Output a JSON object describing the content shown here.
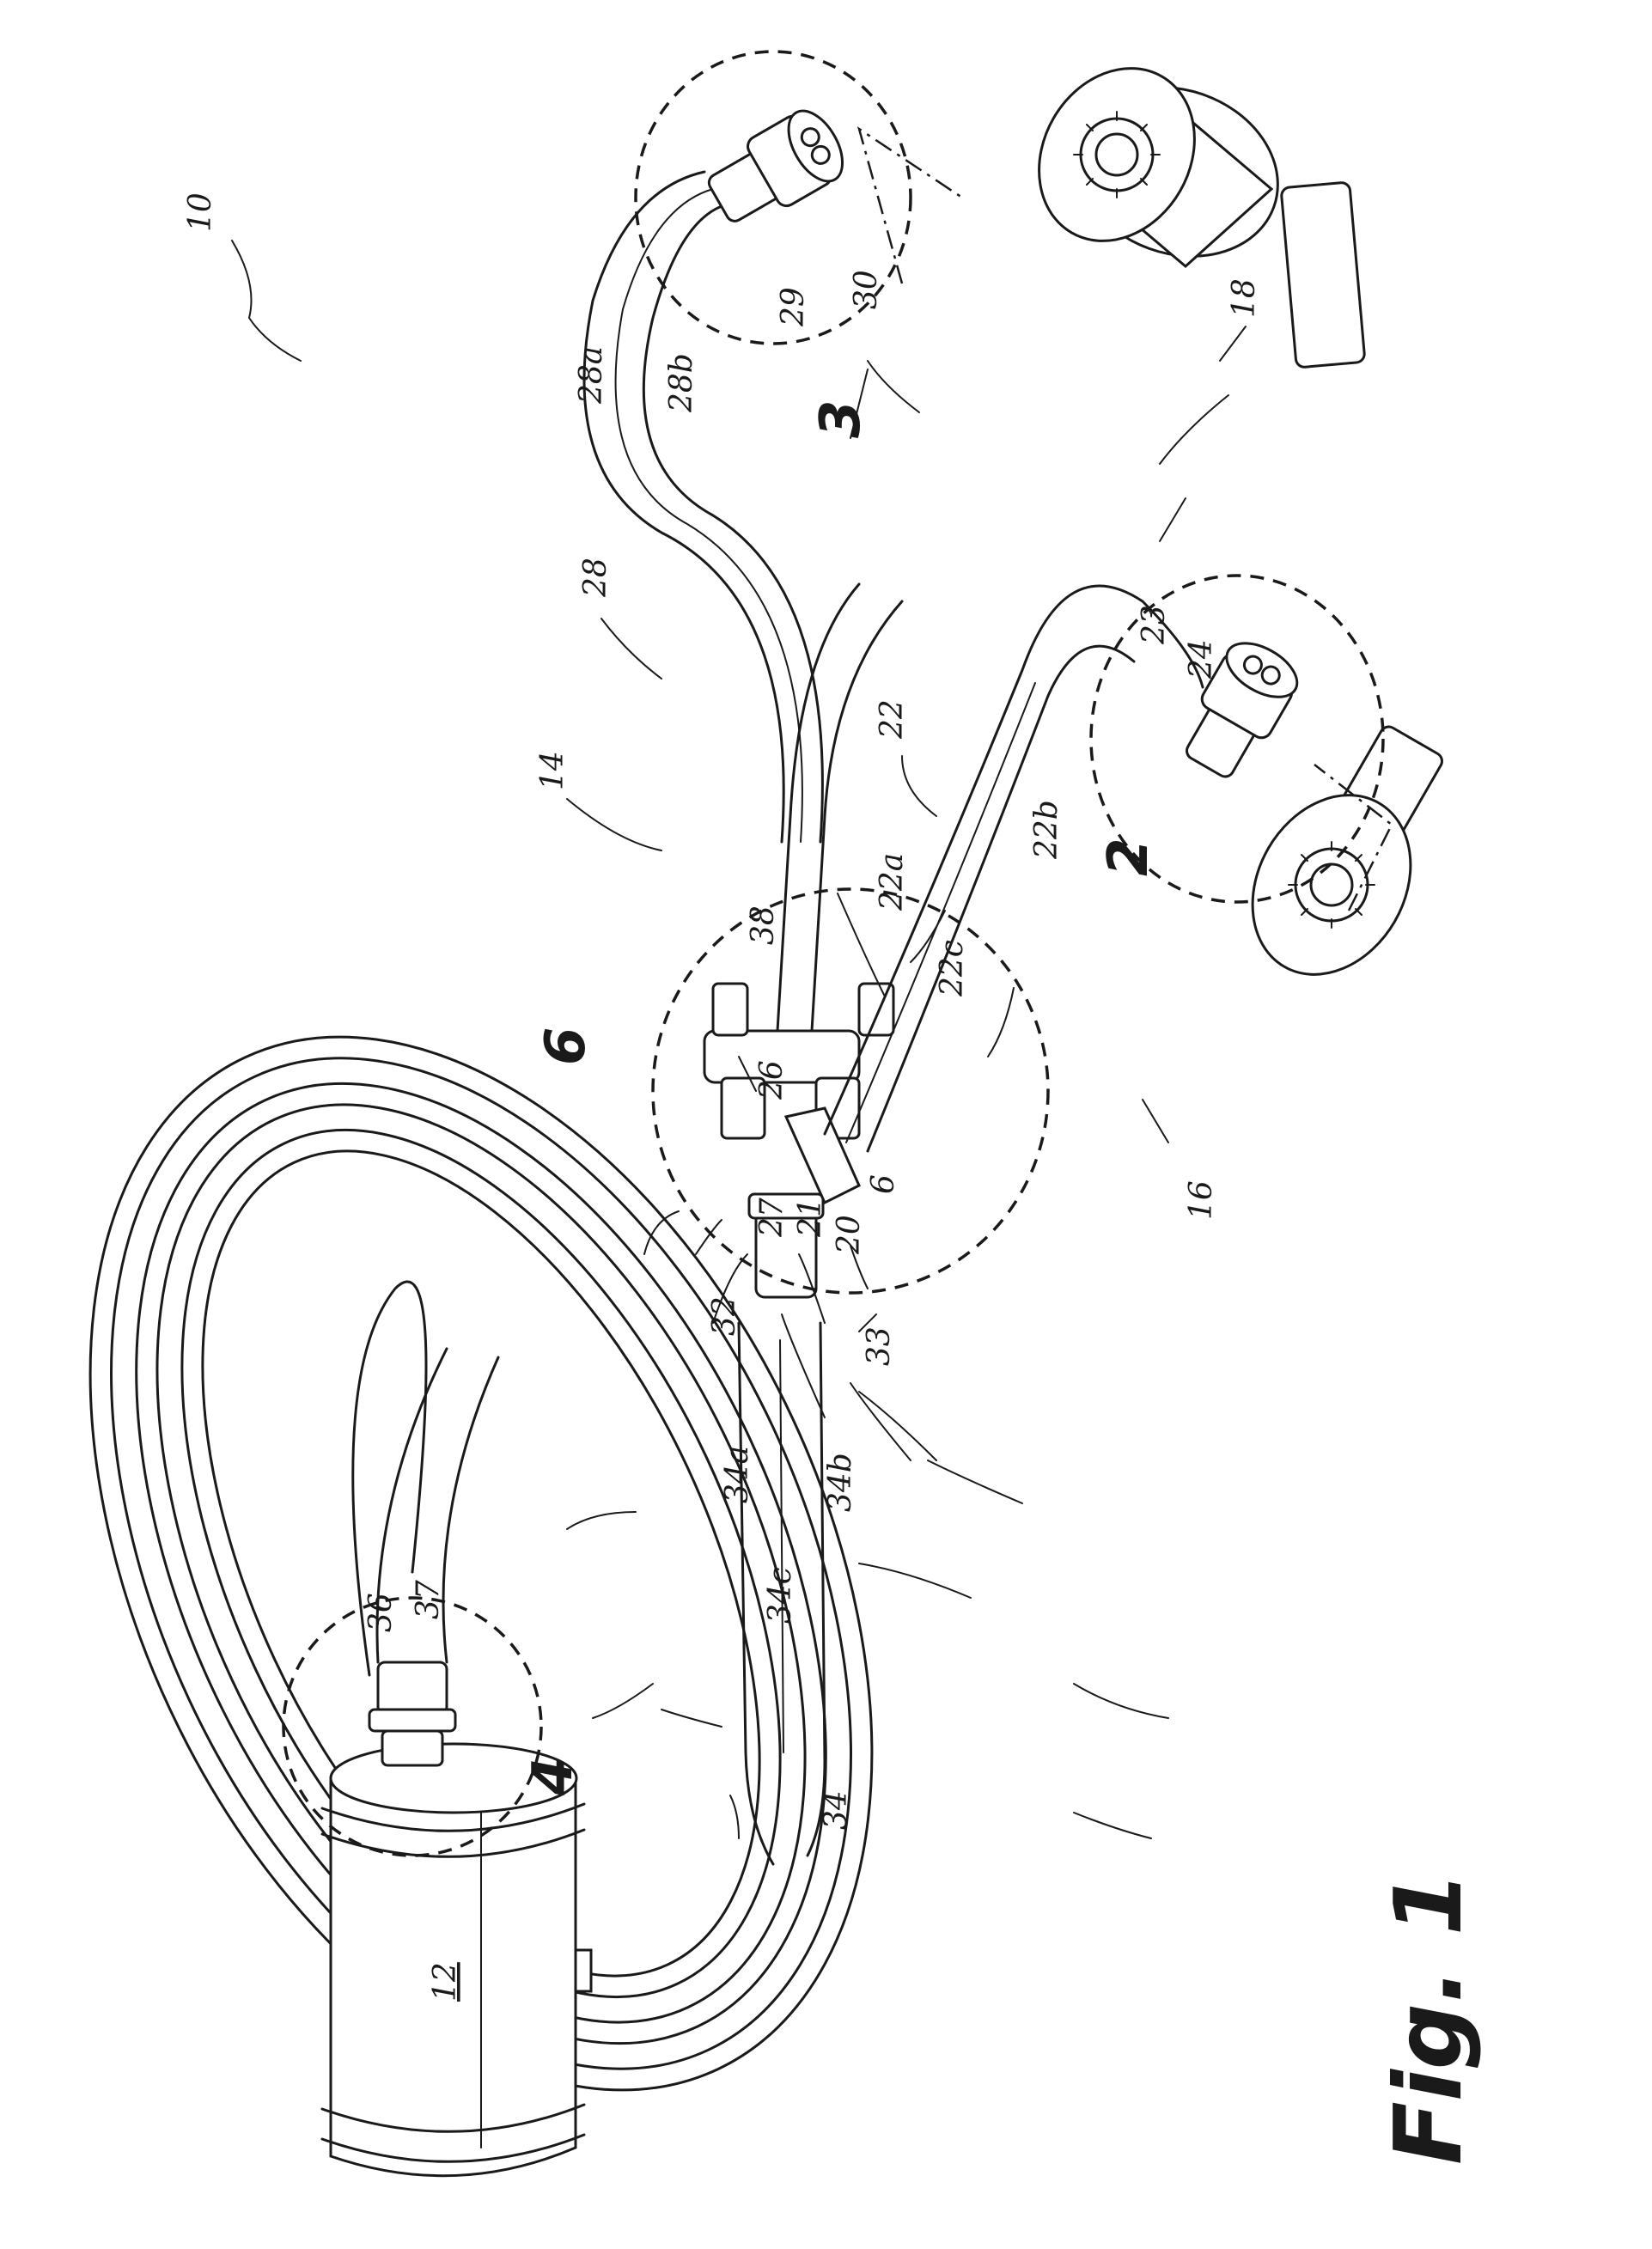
{
  "figure": {
    "caption": "Fig. 1",
    "ref_labels": {
      "l10": "10",
      "l12": "12",
      "l14": "14",
      "l16": "16",
      "l18": "18",
      "l20": "20",
      "l21": "21",
      "l22": "22",
      "l22a": "22a",
      "l22b": "22b",
      "l22c": "22c",
      "l23": "23",
      "l24": "24",
      "l26": "26",
      "l27": "27",
      "l28": "28",
      "l28a": "28a",
      "l28b": "28b",
      "l29": "29",
      "l30": "30",
      "l32": "32",
      "l33": "33",
      "l34": "34",
      "l34a": "34a",
      "l34b": "34b",
      "l34c": "34c",
      "l36": "36",
      "l37": "37",
      "l38": "38",
      "l6s": "6"
    },
    "detail_labels": {
      "d2": "2",
      "d3": "3",
      "d4": "4",
      "d6": "6"
    }
  }
}
